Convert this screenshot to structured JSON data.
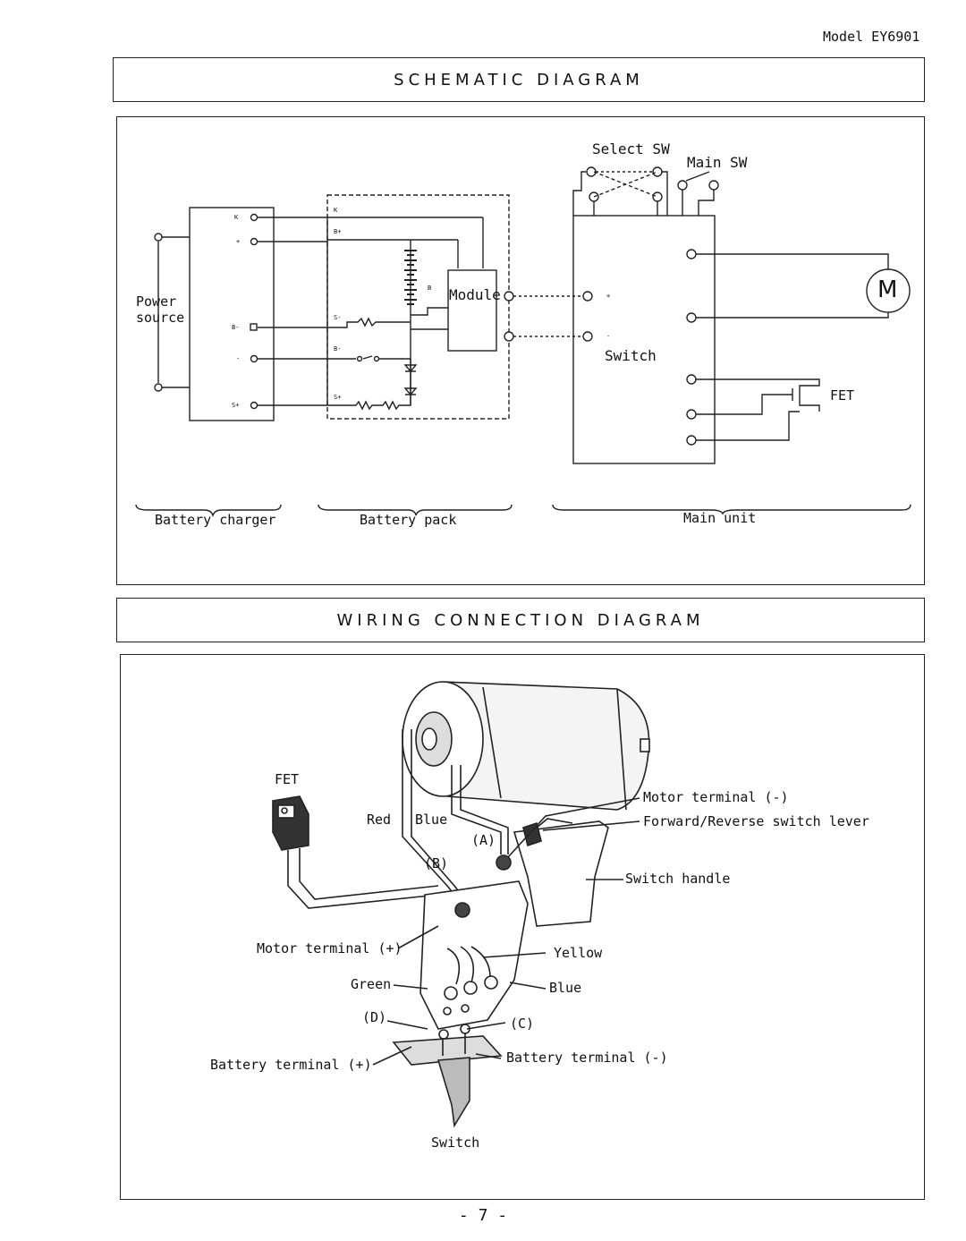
{
  "header": {
    "model": "Model EY6901"
  },
  "schematic": {
    "title": "SCHEMATIC DIAGRAM",
    "power_source": [
      "Power",
      "source"
    ],
    "charger_terminals": [
      "K",
      "+",
      "B-",
      "-",
      "S+"
    ],
    "pack_terminals": [
      "K",
      "B+",
      "S-",
      "B-",
      "S+"
    ],
    "pack_internal": "B",
    "module": "Module",
    "module_signs": [
      "+",
      "-"
    ],
    "switch": "Switch",
    "select_sw": "Select SW",
    "main_sw": "Main SW",
    "motor": "M",
    "fet": "FET",
    "sections": [
      "Battery charger",
      "Battery pack",
      "Main unit"
    ]
  },
  "wiring": {
    "title": "WIRING CONNECTION DIAGRAM",
    "labels": {
      "fet": "FET",
      "red": "Red",
      "blue_top": "Blue",
      "a": "(A)",
      "b": "(B)",
      "motor_minus": "Motor terminal (-)",
      "fwd_rev": "Forward/Reverse switch lever",
      "switch_handle": "Switch handle",
      "motor_plus": "Motor terminal (+)",
      "yellow": "Yellow",
      "green": "Green",
      "blue": "Blue",
      "d": "(D)",
      "c": "(C)",
      "batt_plus": "Battery terminal (+)",
      "batt_minus": "Battery terminal (-)",
      "switch": "Switch"
    }
  },
  "footer": {
    "page": "- 7 -"
  }
}
